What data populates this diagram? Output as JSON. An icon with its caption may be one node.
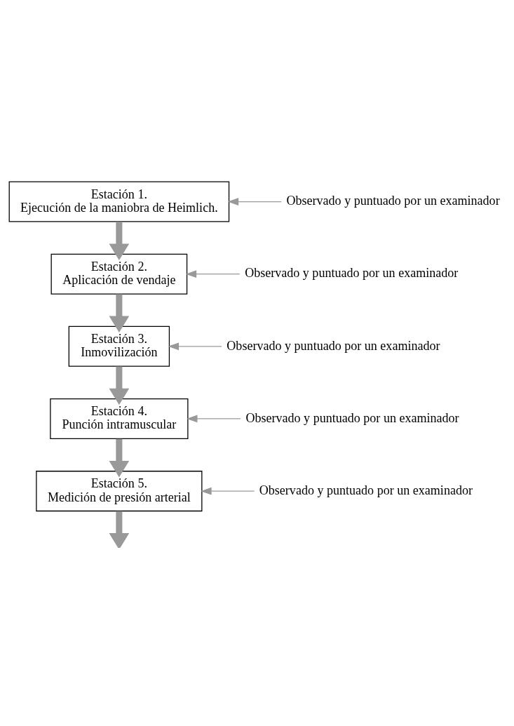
{
  "diagram": {
    "nodes": [
      {
        "text": [
          "Estación 1.",
          "Ejecución de la maniobra de Heimlich."
        ]
      },
      {
        "text": [
          "Observado y puntuado por un examinador"
        ]
      },
      {
        "text": [
          "Estación 2.",
          "Aplicación de vendaje"
        ]
      },
      {
        "text": [
          "Observado y puntuado por un examinador"
        ]
      },
      {
        "text": [
          "Estación 3.",
          "Inmovilización"
        ]
      },
      {
        "text": [
          "Observado y puntuado por un examinador"
        ]
      },
      {
        "text": [
          "Estación 4.",
          "Punción intramuscular"
        ]
      },
      {
        "text": [
          "Observado y puntuado por un examinador"
        ]
      },
      {
        "text": [
          "Estación 5.",
          "Medición de presión arterial"
        ]
      },
      {
        "text": [
          "Observado y puntuado por un examinador"
        ]
      }
    ],
    "edges": [
      {
        "from": 1,
        "to": 0,
        "arrow": "to"
      },
      {
        "from": 0,
        "to": 2,
        "arrow": "to",
        "style": "thick"
      },
      {
        "from": 3,
        "to": 2,
        "arrow": "to"
      },
      {
        "from": 2,
        "to": 4,
        "arrow": "to",
        "style": "thick"
      },
      {
        "from": 5,
        "to": 4,
        "arrow": "to"
      },
      {
        "from": 4,
        "to": 6,
        "arrow": "to",
        "style": "thick"
      },
      {
        "from": 7,
        "to": 6,
        "arrow": "to"
      },
      {
        "from": 6,
        "to": 8,
        "arrow": "to",
        "style": "thick"
      },
      {
        "from": 9,
        "to": 8,
        "arrow": "to"
      },
      {
        "from": 8,
        "to": null,
        "arrow": "to",
        "style": "thick"
      }
    ]
  }
}
